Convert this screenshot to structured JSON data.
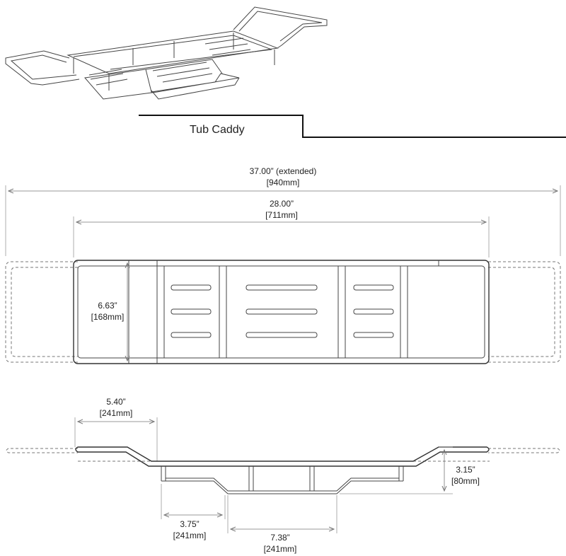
{
  "title": "Tub Caddy",
  "dimensions": {
    "overall_extended": {
      "value": "37.00” (extended)",
      "metric": "[940mm]"
    },
    "overall": {
      "value": "28.00”",
      "metric": "[711mm]"
    },
    "width": {
      "value": "6.63”",
      "metric": "[168mm]"
    },
    "arm": {
      "value": "5.40”",
      "metric": "[241mm]"
    },
    "height": {
      "value": "3.15”",
      "metric": "[80mm]"
    },
    "step": {
      "value": "3.75”",
      "metric": "[241mm]"
    },
    "tray": {
      "value": "7.38”",
      "metric": "[241mm]"
    }
  }
}
